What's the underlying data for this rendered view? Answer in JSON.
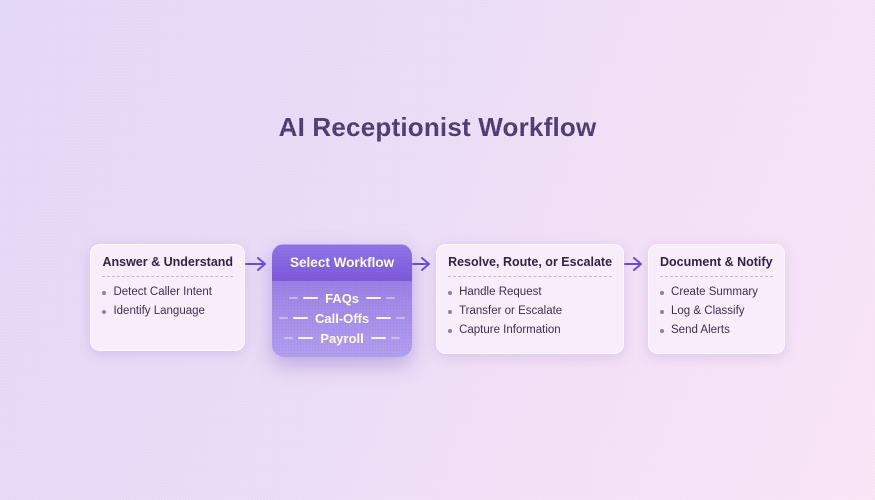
{
  "page": {
    "title": "AI Receptionist Workflow"
  },
  "colors": {
    "background_start": "#e3d7f6",
    "background_end": "#f9e4f6",
    "title_text": "#4e3a71",
    "heading_text": "#2f2449",
    "body_text": "#3c2f55",
    "card_background": "#f8edfa",
    "accent_header_purple": "#7e59da",
    "accent_body_purple": "#a98ff0",
    "arrow_purple": "#6b4ce0",
    "item_text_on_accent": "#ffffff"
  },
  "workflow": {
    "connector_icon": "arrow-right",
    "steps": [
      {
        "title": "Answer & Understand",
        "items": [
          "Detect Caller Intent",
          "Identify Language"
        ]
      },
      {
        "title": "Select Workflow",
        "items": [
          "FAQs",
          "Call-Offs",
          "Payroll"
        ]
      },
      {
        "title": "Resolve, Route, or Escalate",
        "items": [
          "Handle Request",
          "Transfer or Escalate",
          "Capture Information"
        ]
      },
      {
        "title": "Document & Notify",
        "items": [
          "Create Summary",
          "Log & Classify",
          "Send Alerts"
        ]
      }
    ]
  }
}
